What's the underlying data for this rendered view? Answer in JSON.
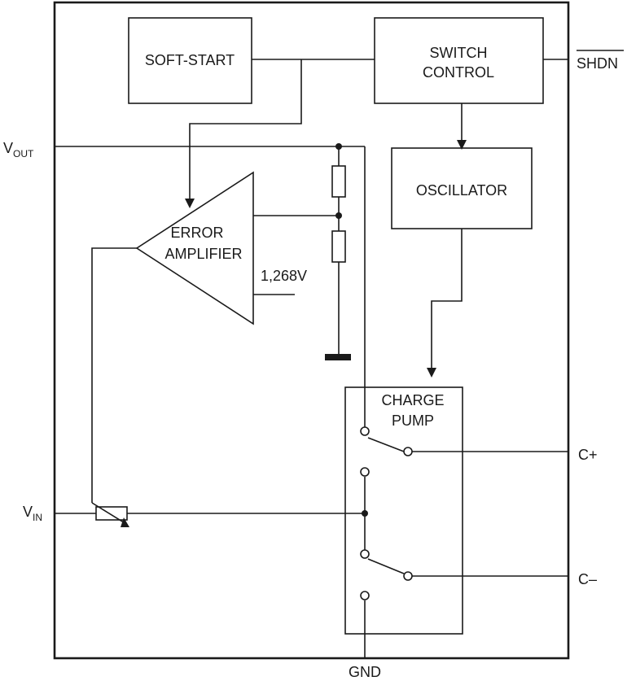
{
  "blocks": {
    "soft_start": "SOFT-START",
    "switch_control_line1": "SWITCH",
    "switch_control_line2": "CONTROL",
    "oscillator": "OSCILLATOR",
    "error_amp_line1": "ERROR",
    "error_amp_line2": "AMPLIFIER",
    "charge_pump_line1": "CHARGE",
    "charge_pump_line2": "PUMP"
  },
  "pins": {
    "vout_main": "V",
    "vout_sub": "OUT",
    "vin_main": "V",
    "vin_sub": "IN",
    "shdn": "SHDN",
    "c_plus": "C+",
    "c_minus": "C–",
    "gnd": "GND"
  },
  "reference_voltage": "1,268V"
}
